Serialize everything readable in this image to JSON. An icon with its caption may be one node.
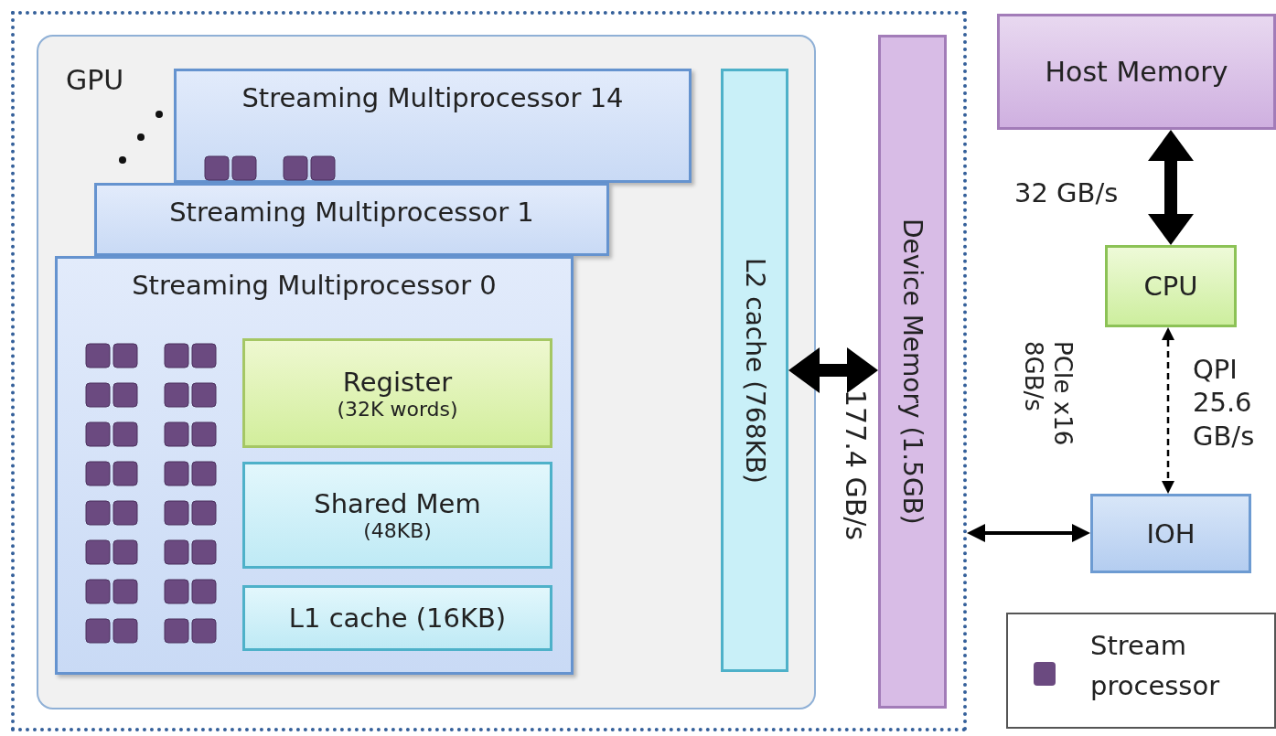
{
  "diagram": {
    "nodes": [
      {
        "text": [],
        "shape": "box"
      },
      {
        "text": [
          "GPU"
        ],
        "in": 0
      },
      {
        "text": [
          "Streaming Multiprocessor 14"
        ],
        "in": 1
      },
      {
        "text": [
          "Streaming Multiprocessor 1"
        ],
        "in": 1
      },
      {
        "text": [
          "Streaming Multiprocessor 0"
        ],
        "in": 1
      },
      {
        "text": [
          "Register",
          "(32K words)"
        ],
        "in": 4
      },
      {
        "text": [
          "Shared Mem",
          "(48KB)"
        ],
        "in": 4
      },
      {
        "text": [
          "L1 cache (16KB)"
        ],
        "in": 4
      },
      {
        "text": [
          "L2 cache (768KB)"
        ],
        "in": 1
      },
      {
        "text": [
          "Device Memory (1.5GB)"
        ],
        "in": 0
      },
      {
        "text": [
          "Host Memory"
        ]
      },
      {
        "text": [
          "CPU"
        ]
      },
      {
        "text": [
          "IOH"
        ]
      }
    ],
    "edges": [
      {
        "from": 8,
        "to": 9,
        "arrow": "both",
        "label": "177.4 GB/s",
        "style": "thick"
      },
      {
        "from": 10,
        "to": 11,
        "arrow": "both",
        "label": "32 GB/s",
        "style": "thick"
      },
      {
        "from": 11,
        "to": 12,
        "arrow": "both",
        "label": "QPI 25.6 GB/s",
        "style": "dashed"
      },
      {
        "from": 0,
        "to": 12,
        "arrow": "both",
        "label": "PCIe x16 8GB/s"
      }
    ],
    "legend": [
      {
        "text": "Stream processor",
        "color": "#6b4a80"
      }
    ]
  }
}
